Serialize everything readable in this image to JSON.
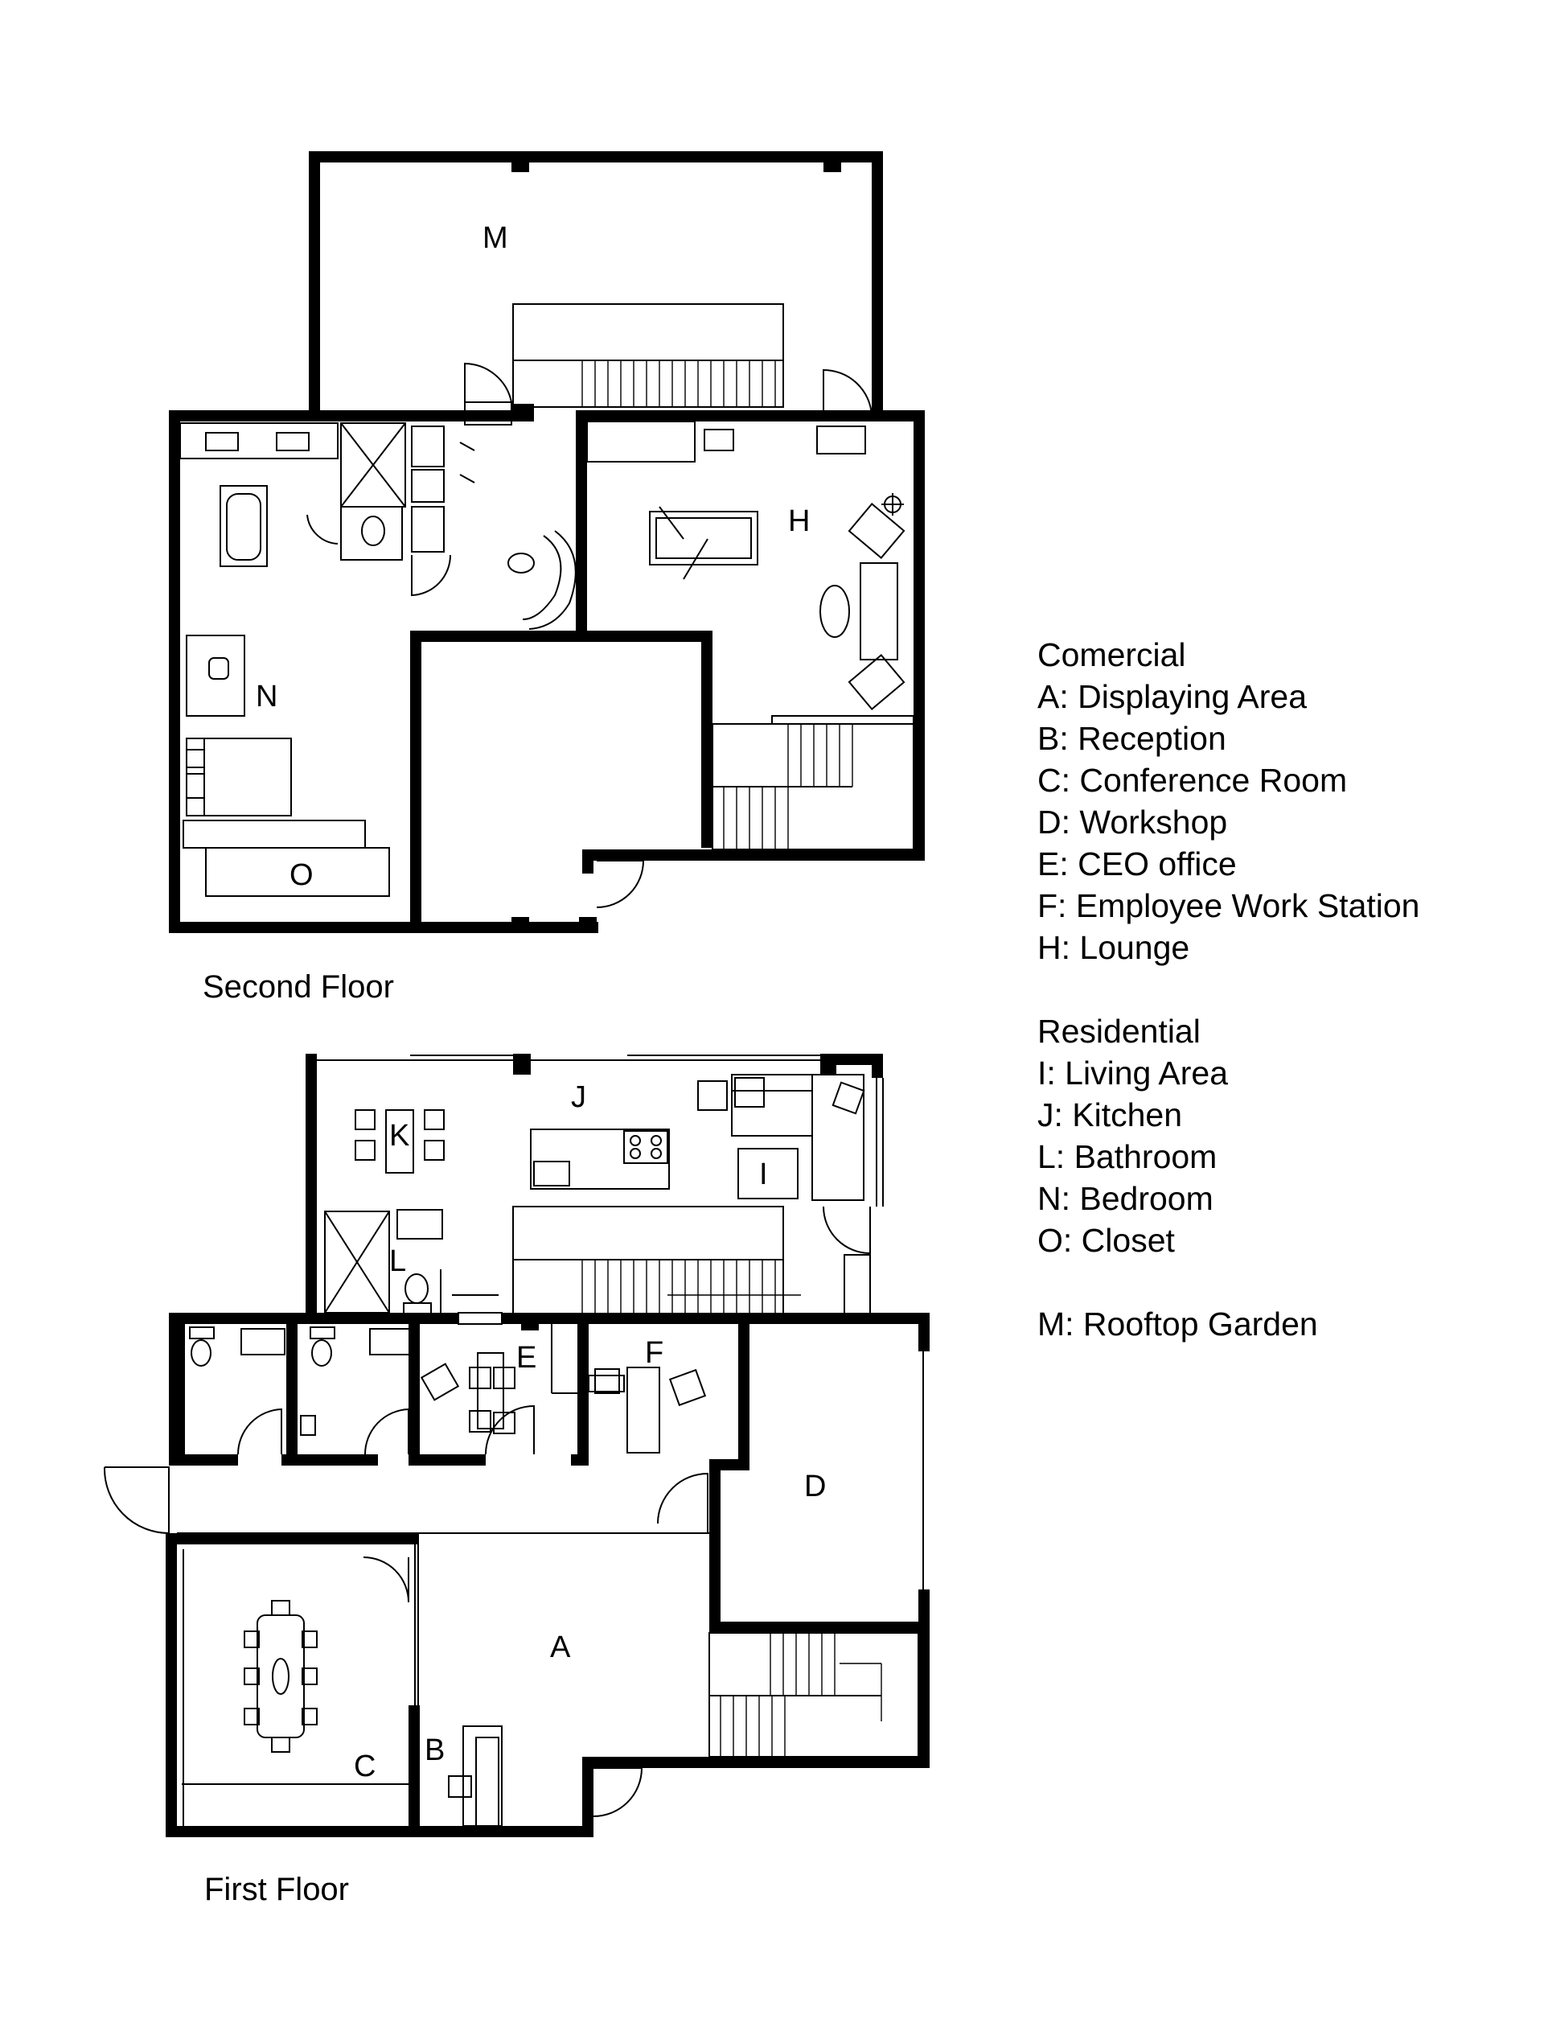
{
  "floors": {
    "second": {
      "label": "Second Floor",
      "rooms": {
        "M": "M",
        "H": "H",
        "N": "N",
        "O": "O"
      }
    },
    "first": {
      "label": "First Floor",
      "rooms": {
        "J": "J",
        "K": "K",
        "I": "I",
        "L": "L",
        "E": "E",
        "F": "F",
        "D": "D",
        "A": "A",
        "B": "B",
        "C": "C"
      }
    }
  },
  "legend": {
    "commercial": {
      "heading": "Comercial",
      "items": [
        "A: Displaying Area",
        "B: Reception",
        "C: Conference Room",
        "D: Workshop",
        "E: CEO office",
        "F: Employee Work Station",
        "H: Lounge"
      ]
    },
    "residential": {
      "heading": "Residential",
      "items": [
        "I: Living Area",
        "J: Kitchen",
        "L: Bathroom",
        "N: Bedroom",
        "O: Closet"
      ]
    },
    "extra": [
      "M: Rooftop Garden"
    ]
  }
}
